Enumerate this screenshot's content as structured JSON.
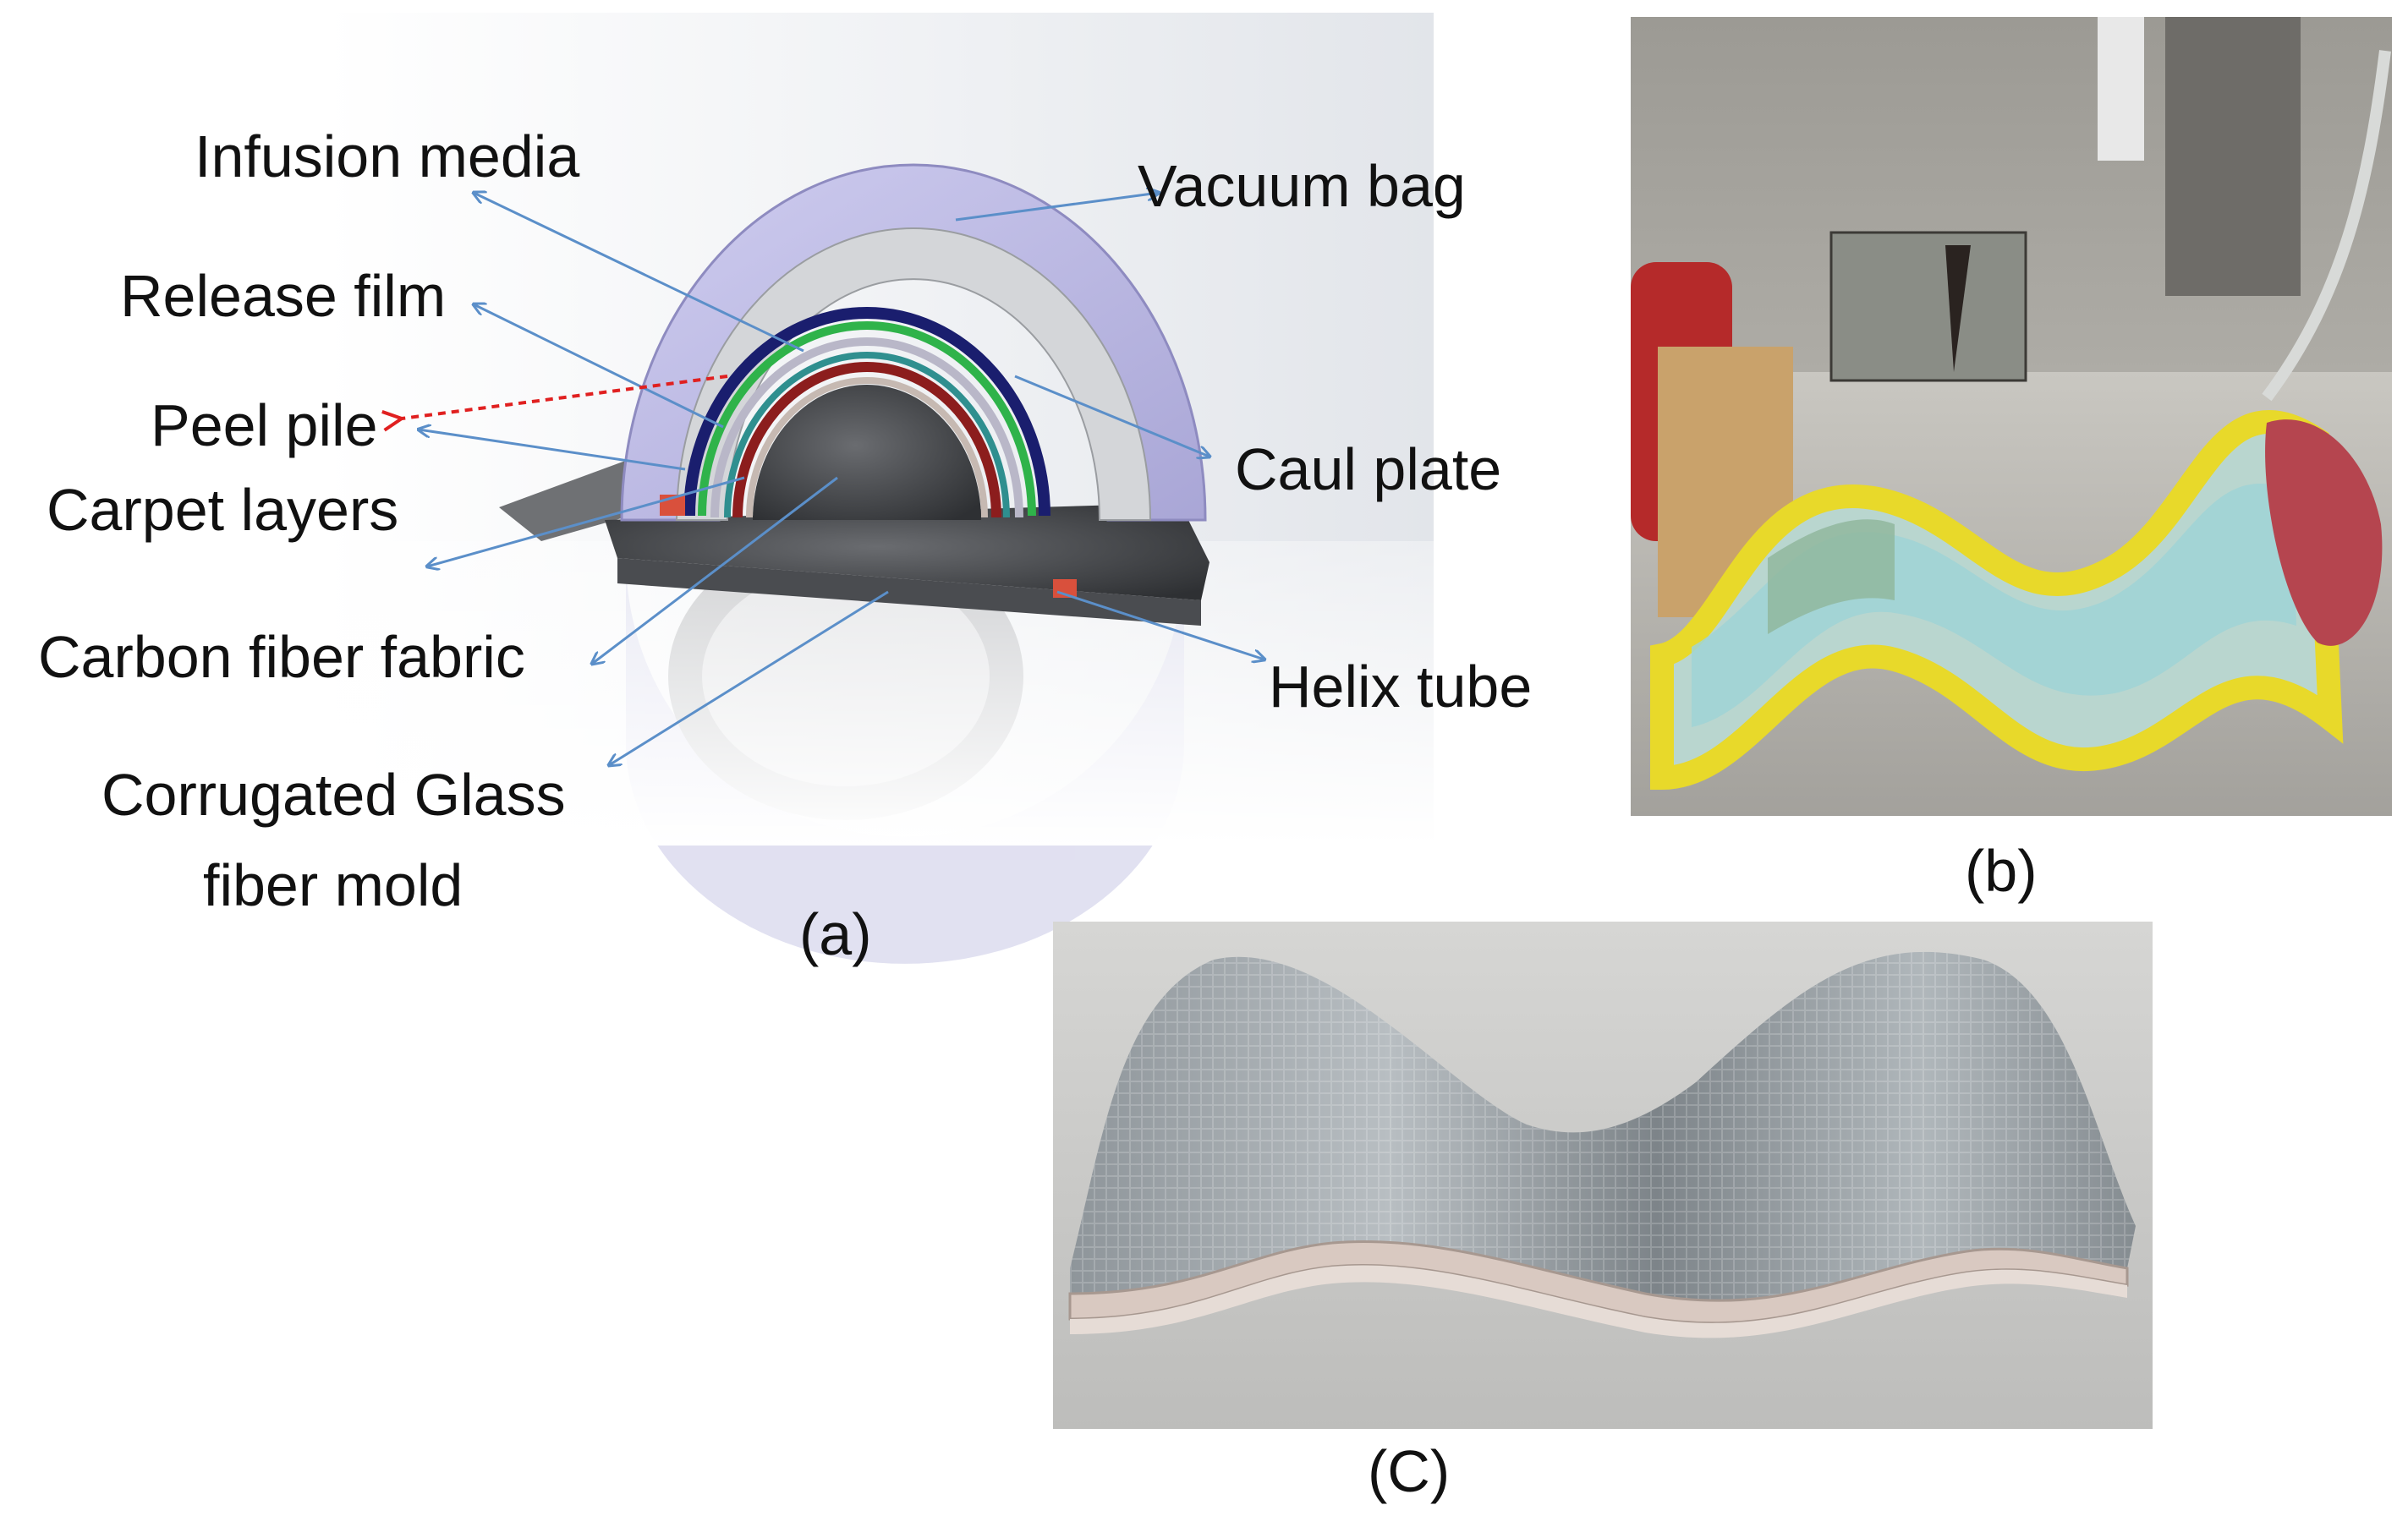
{
  "panel_a": {
    "caption": "(a)",
    "labels": {
      "infusion_media": "Infusion media",
      "vacuum_bag": "Vacuum bag",
      "release_film": "Release film",
      "peel_pile": "Peel pile",
      "carpet_layers": "Carpet layers",
      "caul_plate": "Caul plate",
      "carbon_fiber_fabric": "Carbon fiber fabric",
      "helix_tube": "Helix tube",
      "mold_line1": "Corrugated Glass",
      "mold_line2": "fiber mold"
    },
    "colors": {
      "arrow": "#5b8fc9",
      "arrow_dashed": "#e02020",
      "vacuum_bag": "#b9b7de",
      "ring_green": "#2fb34a",
      "ring_navy": "#1a1e6e",
      "ring_red": "#8c1d1d",
      "ring_teal": "#2f8f8f",
      "base": "#5f6166"
    }
  },
  "panel_b": {
    "caption": "(b)",
    "colors": {
      "sealant": "#e8d92a",
      "film": "#9fd3d6",
      "table": "#b8b6b0"
    }
  },
  "panel_c": {
    "caption": "(C)",
    "colors": {
      "laminate": "#9aa1a6",
      "edge": "#d9c9c1",
      "background": "#cfcfcf"
    }
  }
}
